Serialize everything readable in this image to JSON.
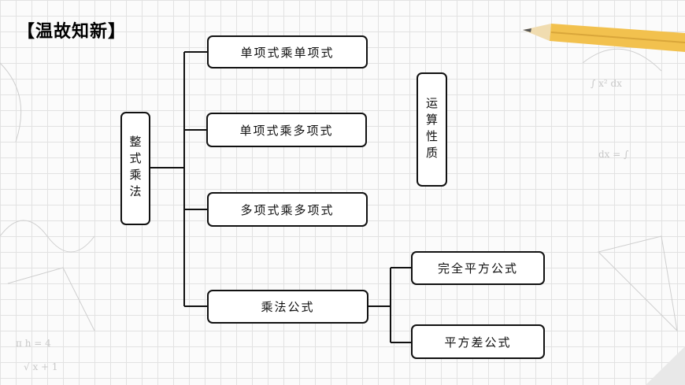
{
  "header": {
    "title": "【温故知新】"
  },
  "diagram": {
    "root": "整式乘法",
    "branches": [
      "单项式乘单项式",
      "单项式乘多项式",
      "多项式乘多项式",
      "乘法公式"
    ],
    "sub_branches": [
      "完全平方公式",
      "平方差公式"
    ],
    "side_note": "运算性质"
  }
}
